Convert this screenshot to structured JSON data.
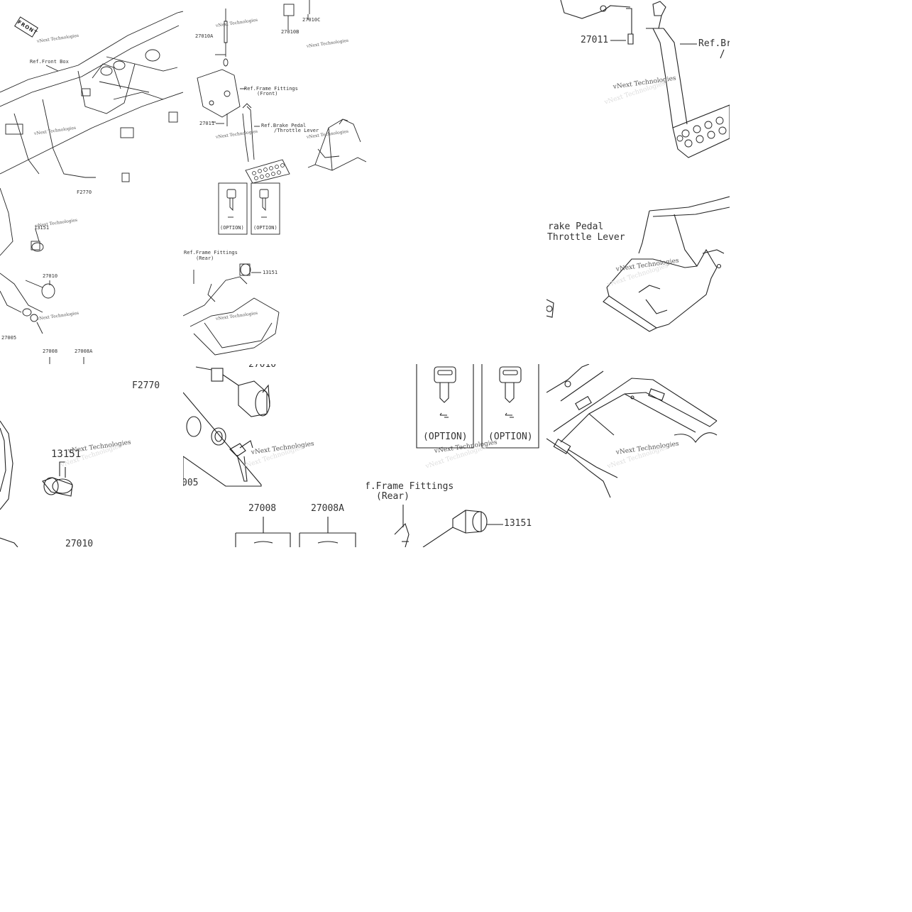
{
  "diagram": {
    "code": "F2770",
    "front_label": "FRONT",
    "watermark": "vNext Technologies",
    "refs": {
      "front_box": "Ref.Front Box",
      "frame_fittings_front_1": "Ref.Frame Fittings",
      "frame_fittings_front_2": "(Front)",
      "brake_pedal_1": "Ref.Brake Pedal",
      "brake_pedal_2": "/Throttle Lever",
      "frame_fittings_rear_1": "Ref.Frame Fittings",
      "frame_fittings_rear_2": "(Rear)",
      "brake_pedal_partial": "Ref.Br",
      "brake_pedal_zoom_1": "rake Pedal",
      "brake_pedal_zoom_2": "Throttle Lever",
      "frame_fittings_zoom_1": "f.Frame Fittings",
      "frame_fittings_zoom_2": "(Rear)"
    },
    "parts": {
      "p27010": "27010",
      "p27010A": "27010A",
      "p27010B": "27010B",
      "p27010C": "27010C",
      "p27011": "27011",
      "p13151": "13151",
      "p27005": "27005",
      "p27008": "27008",
      "p27008A": "27008A",
      "p005_partial": "005",
      "p27010_partial": "27010"
    },
    "option_label": "(OPTION)"
  }
}
